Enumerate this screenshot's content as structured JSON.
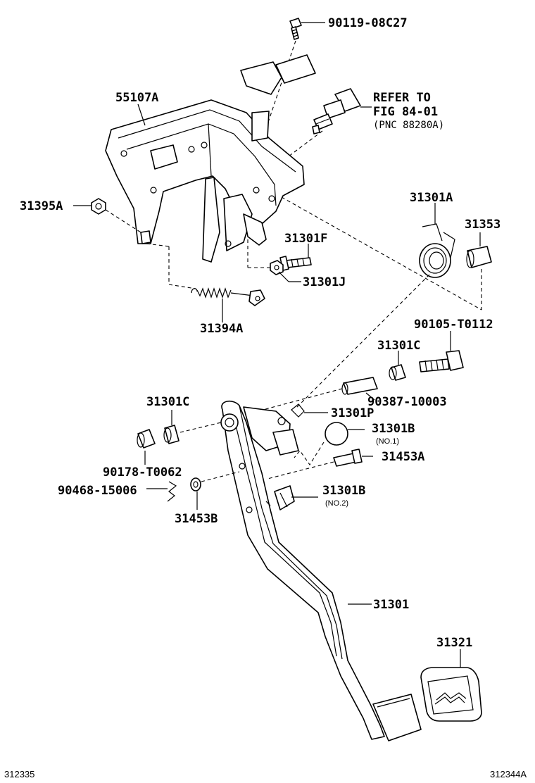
{
  "labels": {
    "p90119": "90119-08C27",
    "refer1": "REFER TO",
    "refer2": "FIG 84-01",
    "refer3": "(PNC 88280A)",
    "p55107a": "55107A",
    "p31395a": "31395A",
    "p31301a": "31301A",
    "p31353": "31353",
    "p31301f": "31301F",
    "p31301j": "31301J",
    "p31394a": "31394A",
    "p90105": "90105-T0112",
    "p31301c_r": "31301C",
    "p90387": "90387-10003",
    "p31301c_l": "31301C",
    "p31301p": "31301P",
    "p31301b1": "31301B",
    "no1": "(NO.1)",
    "p31453a": "31453A",
    "p90178": "90178-T0062",
    "p90468": "90468-15006",
    "p31301b2": "31301B",
    "no2": "(NO.2)",
    "p31453b": "31453B",
    "p31301": "31301",
    "p31321": "31321"
  },
  "footer": {
    "left_code": "312335",
    "right_code": "312344A"
  }
}
